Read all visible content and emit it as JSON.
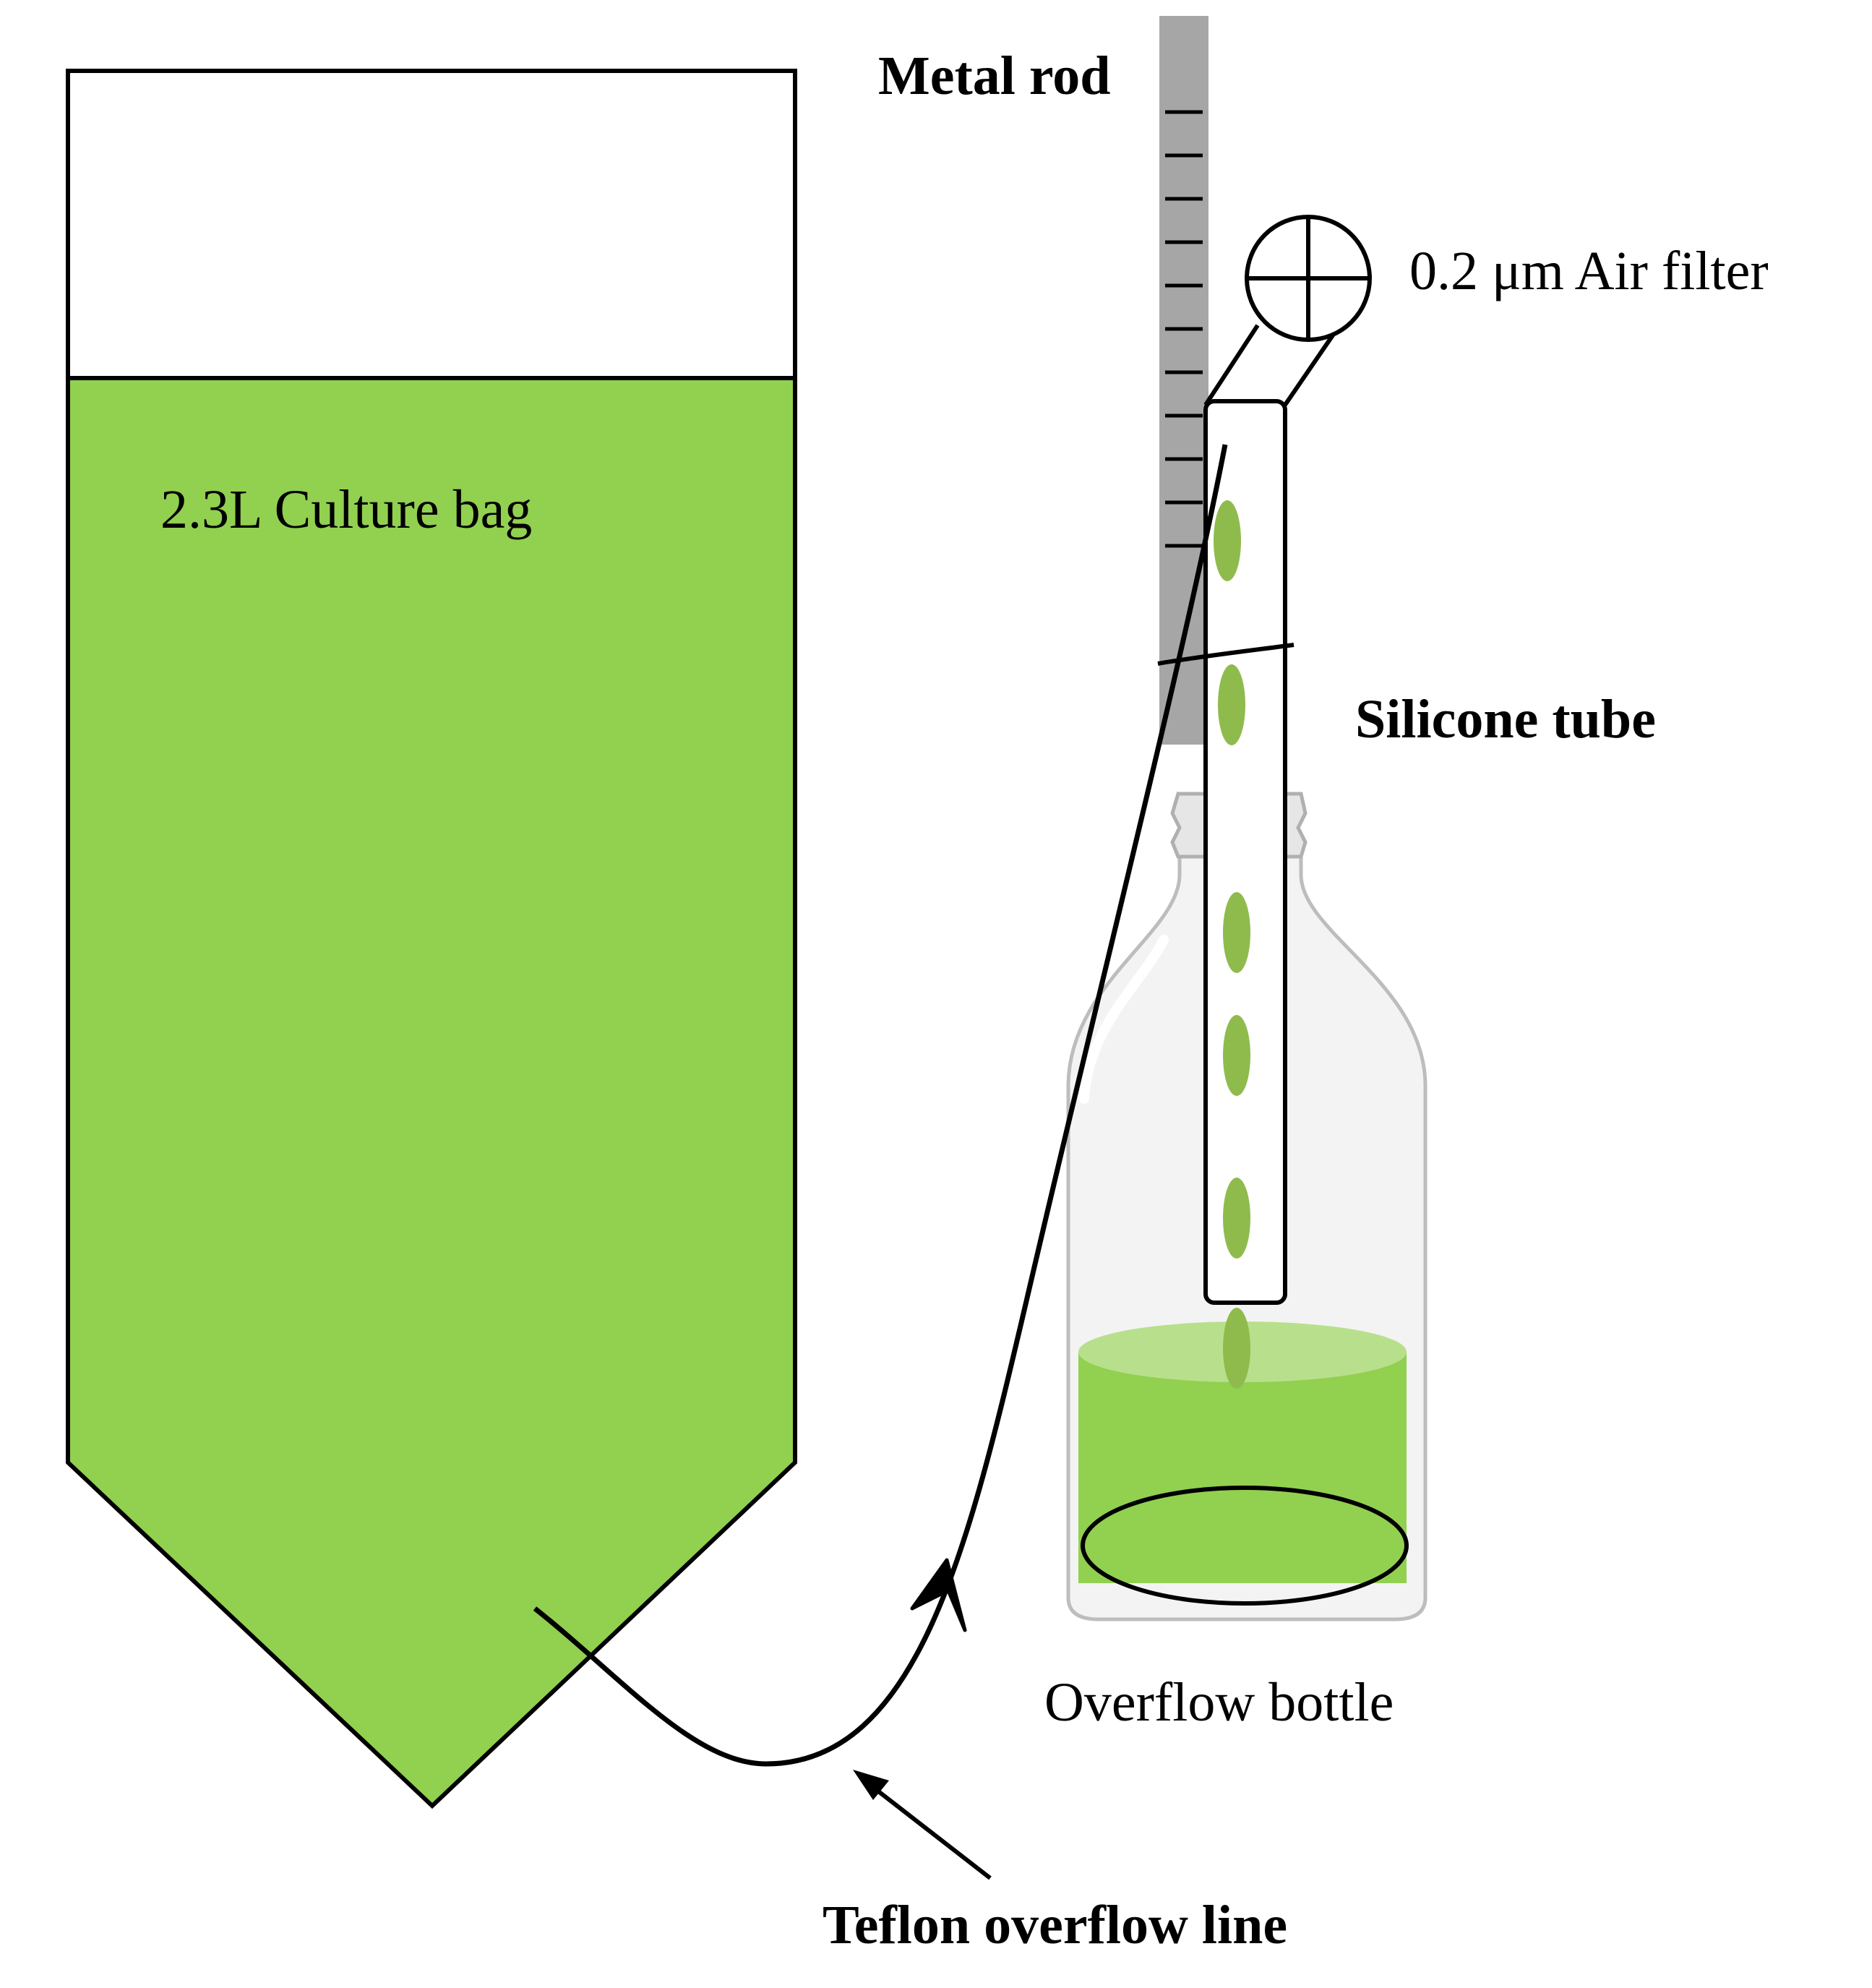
{
  "labels": {
    "culture_bag": "2.3L Culture bag",
    "metal_rod": "Metal rod",
    "air_filter": "0.2 μm Air filter",
    "silicone_tube": "Silicone tube",
    "overflow_bottle": "Overflow bottle",
    "teflon_line": "Teflon overflow line"
  },
  "colors": {
    "culture": "#92d050",
    "culture_light": "#b8e08c",
    "droplet": "#8fbb4d",
    "rod": "#a6a6a6",
    "outline": "#000000"
  }
}
